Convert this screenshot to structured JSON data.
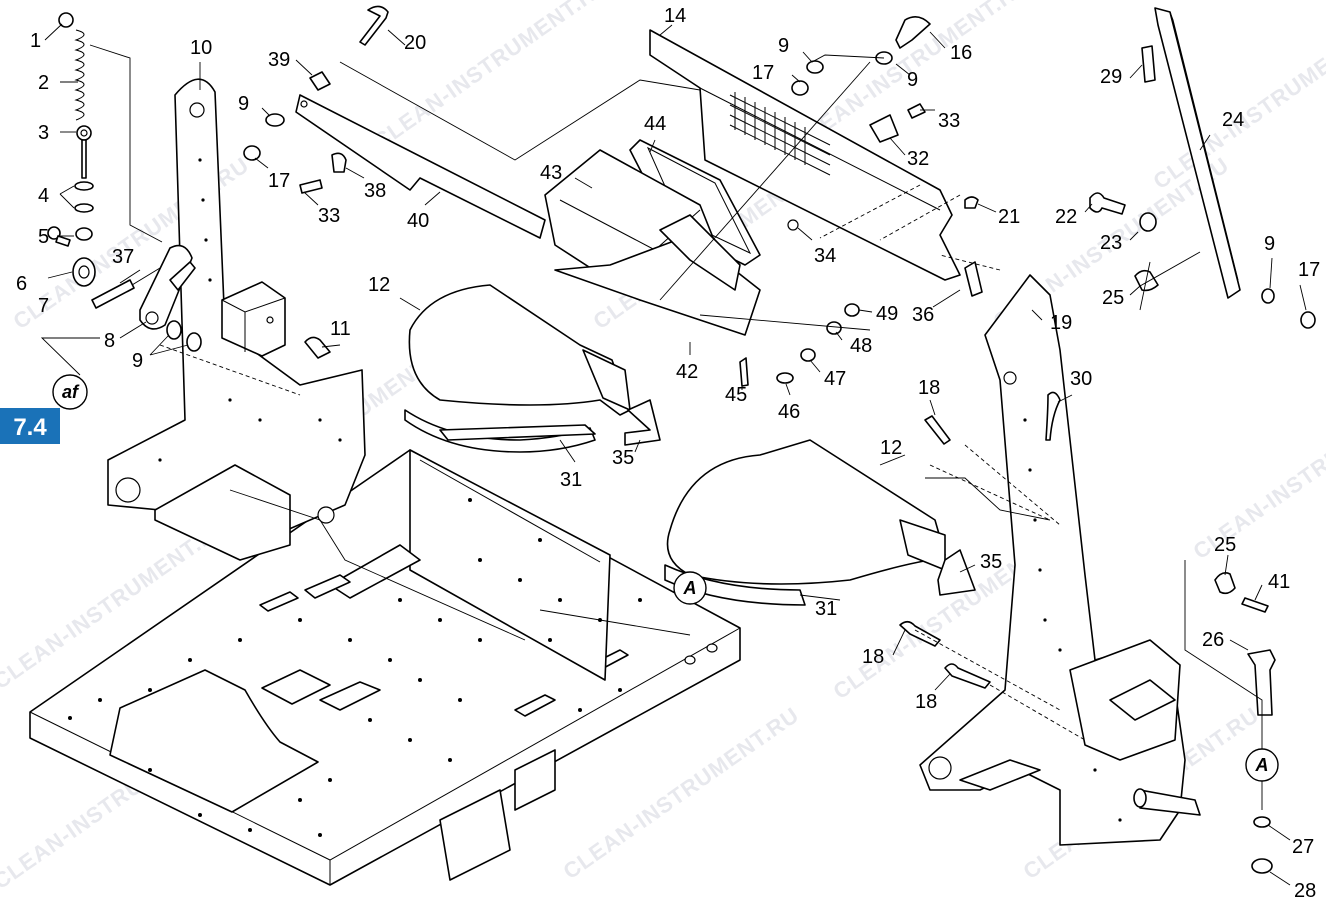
{
  "badge": {
    "label": "7.4",
    "color": "#1a72b8"
  },
  "refs": {
    "af": "af",
    "A": "A"
  },
  "watermark": "CLEAN-INSTRUMENT.RU",
  "callouts": [
    "1",
    "2",
    "3",
    "4",
    "5",
    "6",
    "7",
    "8",
    "9",
    "10",
    "11",
    "12",
    "14",
    "16",
    "17",
    "18",
    "19",
    "20",
    "21",
    "22",
    "23",
    "24",
    "25",
    "26",
    "27",
    "28",
    "29",
    "30",
    "31",
    "32",
    "33",
    "34",
    "35",
    "36",
    "37",
    "38",
    "39",
    "40",
    "41",
    "42",
    "43",
    "44",
    "45",
    "46",
    "47",
    "48",
    "49"
  ]
}
